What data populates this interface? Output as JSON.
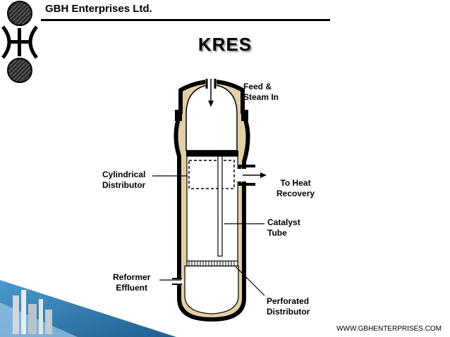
{
  "header": {
    "company": "GBH Enterprises Ltd.",
    "title": "KRES",
    "website": "WWW.GBHENTERPRISES.COM"
  },
  "labels": {
    "feed": [
      "Feed &",
      "Steam In"
    ],
    "cylindrical_distributor": [
      "Cylindrical",
      "Distributor"
    ],
    "to_heat_recovery": [
      "To Heat",
      "Recovery"
    ],
    "catalyst_tube": [
      "Catalyst",
      "Tube"
    ],
    "reformer_effluent": [
      "Reformer",
      "Effluent"
    ],
    "perforated_distributor": [
      "Perforated",
      "Distributor"
    ]
  },
  "colors": {
    "refractory": "#e2cfa6",
    "shell": "#000000",
    "accent_blue": "#2f7fb8"
  }
}
